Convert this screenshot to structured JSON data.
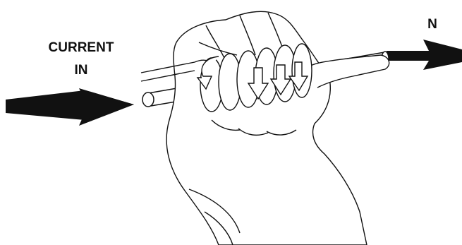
{
  "labels": {
    "current_line1": "CURRENT",
    "current_line2": "IN",
    "north": "N"
  },
  "colors": {
    "ink": "#111111",
    "background": "#ffffff"
  },
  "icons": {
    "current_arrow": "current-in-arrow-icon",
    "north_arrow": "north-pole-arrow-icon",
    "hand": "right-hand-icon",
    "coil": "coil-icon"
  }
}
